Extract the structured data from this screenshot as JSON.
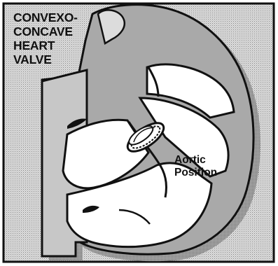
{
  "figure": {
    "title_lines": [
      "CONVEXO-",
      "CONCAVE",
      "HEART",
      "VALVE"
    ],
    "label_lines": [
      "Aortic",
      "Position"
    ]
  },
  "colors": {
    "ink": "#111111",
    "shade": "#9a9a9a",
    "paper": "#ffffff",
    "background": "#d6d6d6"
  }
}
